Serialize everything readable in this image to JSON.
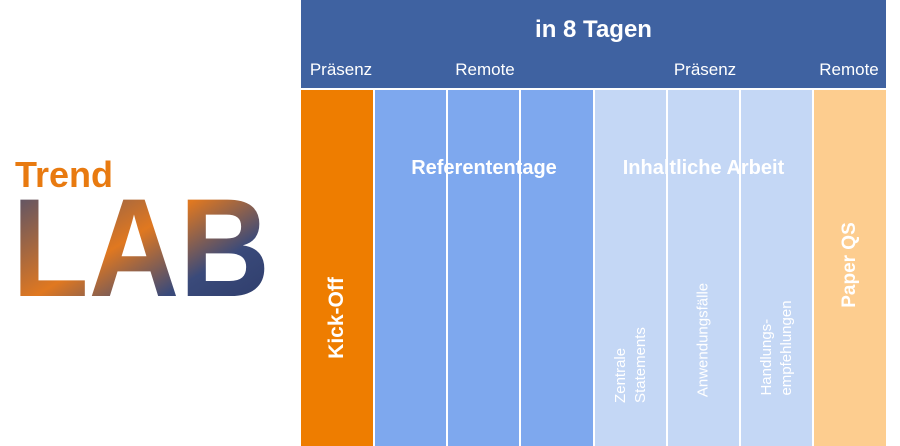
{
  "logo": {
    "trend": "Trend",
    "lab": "LAB",
    "colors": {
      "orange": "#e87a10",
      "navy": "#2e3e6e"
    }
  },
  "header": {
    "title": "in 8 Tagen",
    "phases": [
      "Präsenz",
      "Remote",
      "Präsenz",
      "Remote"
    ]
  },
  "columns": {
    "kickoff": "Kick-Off",
    "referententage": "Referententage",
    "inhaltliche_arbeit": "Inhaltliche Arbeit",
    "sub": [
      "Zentrale\nStatements",
      "Anwendungsfälle",
      "Handlungs-\nempfehlungen"
    ],
    "paper": "Paper QS"
  },
  "colors": {
    "header": "#3f62a1",
    "kickoff": "#ee7d00",
    "referenten": "#7ea8ee",
    "inhalt": "#c4d7f5",
    "paper": "#fdcd8f"
  }
}
